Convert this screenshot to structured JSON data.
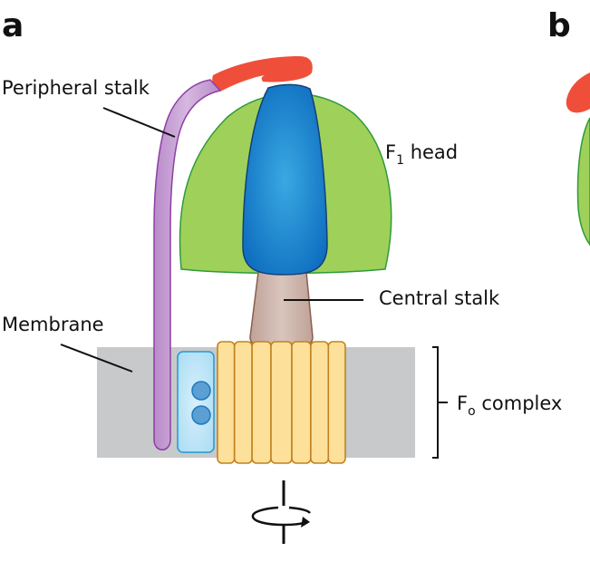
{
  "panels": {
    "a_label": "a",
    "b_label": "b"
  },
  "labels": {
    "peripheral_stalk": "Peripheral stalk",
    "f1_head_main": "F",
    "f1_head_sub": "1",
    "f1_head_rest": " head",
    "central_stalk": "Central stalk",
    "membrane": "Membrane",
    "fo_main": "F",
    "fo_sub": "o",
    "fo_rest": " complex"
  },
  "icons": {
    "rotation": "rotation-arrow-icon"
  },
  "colors": {
    "f1_head": "#9fd15a",
    "f1_head_stroke": "#2e9a3a",
    "central_subunit": "#1b7cc9",
    "central_subunit_stroke": "#143f7a",
    "stator_cap": "#ef4f3a",
    "peripheral_stalk": "#c7a3d3",
    "peripheral_stalk_stroke": "#8e3fa3",
    "central_stalk": "#c9b1a8",
    "central_stalk_stroke": "#8a5e50",
    "membrane": "#c8c9cb",
    "subunit_a": "#c7e8f8",
    "subunit_a_stroke": "#1f9ad6",
    "c_ring": "#fde09a",
    "c_ring_stroke": "#c1821f"
  },
  "c_ring_segments": 7
}
